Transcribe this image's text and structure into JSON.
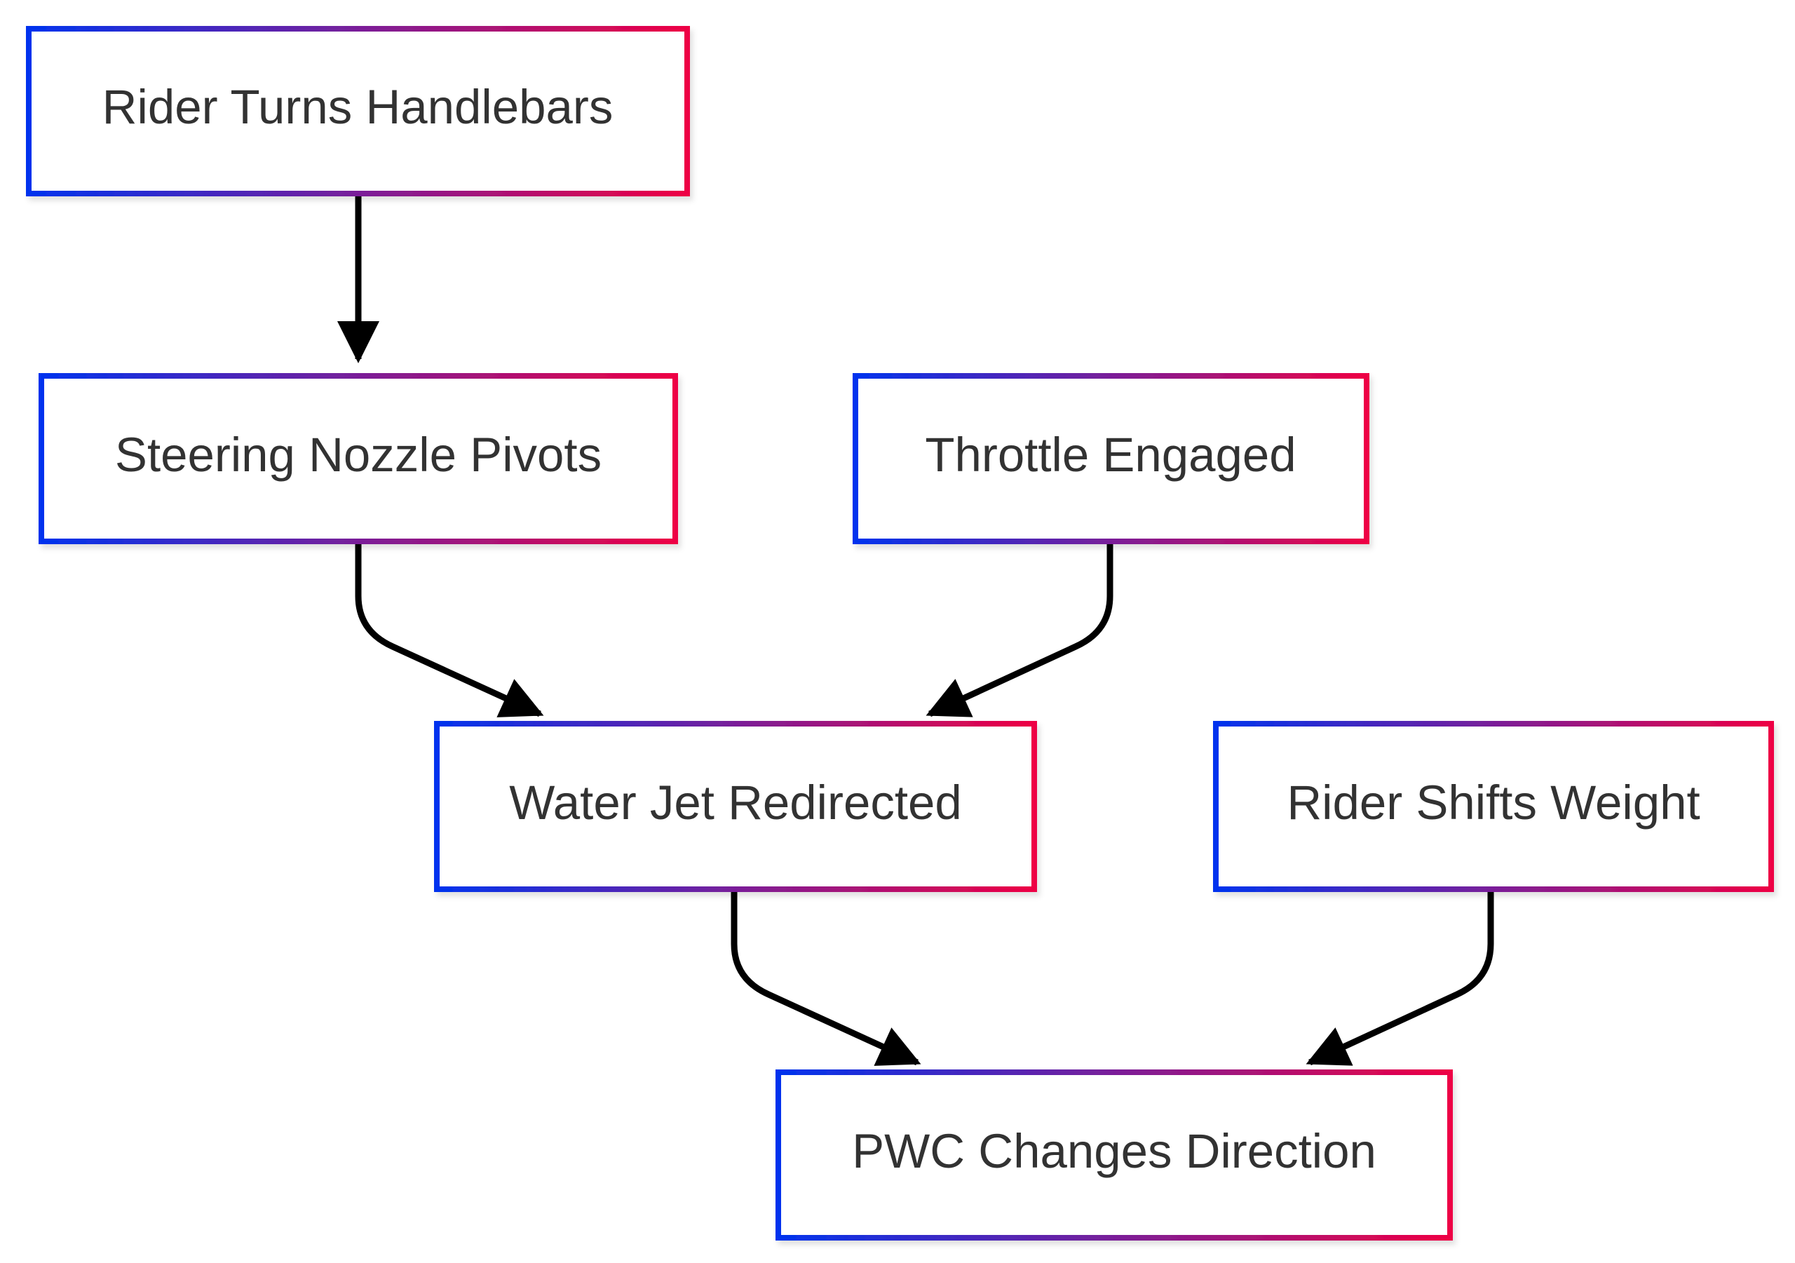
{
  "diagram": {
    "type": "flowchart",
    "direction": "top-down",
    "nodes": [
      {
        "id": "rider-turns",
        "label": "Rider Turns Handlebars"
      },
      {
        "id": "nozzle-pivots",
        "label": "Steering Nozzle Pivots"
      },
      {
        "id": "throttle",
        "label": "Throttle Engaged"
      },
      {
        "id": "jet-redirected",
        "label": "Water Jet Redirected"
      },
      {
        "id": "shifts-weight",
        "label": "Rider Shifts Weight"
      },
      {
        "id": "changes-direction",
        "label": "PWC Changes Direction"
      }
    ],
    "edges": [
      {
        "from": "rider-turns",
        "to": "nozzle-pivots"
      },
      {
        "from": "nozzle-pivots",
        "to": "jet-redirected"
      },
      {
        "from": "throttle",
        "to": "jet-redirected"
      },
      {
        "from": "jet-redirected",
        "to": "changes-direction"
      },
      {
        "from": "shifts-weight",
        "to": "changes-direction"
      }
    ],
    "colors": {
      "border_start": "#0033ee",
      "border_mid": "#7a1f99",
      "border_end": "#ee0044",
      "edge": "#000000",
      "text": "#333333",
      "background": "#ffffff"
    }
  }
}
